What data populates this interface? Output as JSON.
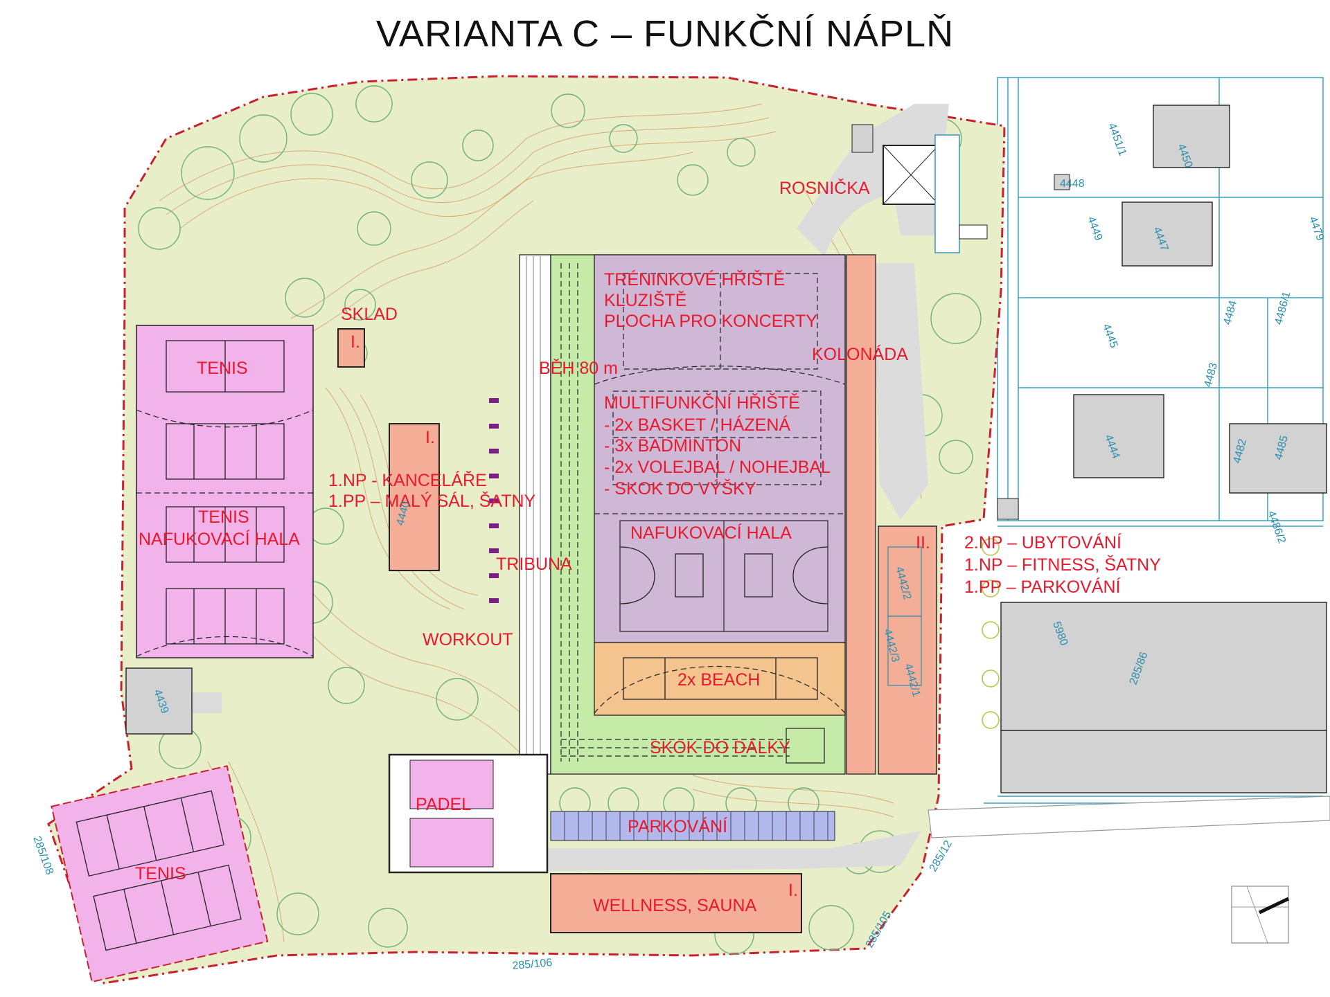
{
  "title": "VARIANTA  C – FUNKČNÍ NÁPLŇ",
  "colors": {
    "greenery": "#e8efc8",
    "tennis": "#f1b3ea",
    "building": "#f4ae98",
    "purple_zone": "#cfb8d6",
    "track": "#c6eaa8",
    "beach": "#f3c48e",
    "parking": "#b2b8ec",
    "road": "#dcdcdc",
    "label": "#e8192c",
    "parcel_line": "#3a9fc4"
  },
  "labels": {
    "rosnicka": "ROSNIČKA",
    "sklad": "SKLAD",
    "sklad_floor": "I.",
    "tenis_top": "TENIS",
    "tenis_hall_1": "TENIS",
    "tenis_hall_2": "NAFUKOVACÍ HALA",
    "tenis_bottom": "TENIS",
    "training_1": "TRÉNINKOVÉ HŘIŠTĚ",
    "training_2": "KLUZIŠTĚ",
    "training_3": "PLOCHA PRO KONCERTY",
    "kolonada": "KOLONÁDA",
    "beh": "BĚH 80 m",
    "multi_title": "MULTIFUNKČNÍ HŘIŠTĚ",
    "multi_items": [
      "-    2x BASKET / HÁZENÁ",
      "-    3x BADMINTON",
      "-    2x VOLEJBAL / NOHEJBAL",
      "-    SKOK DO VÝŠKY"
    ],
    "office_floor": "I.",
    "office_1": "1.NP - KANCELÁŘE",
    "office_2": "1.PP – MALÝ SÁL, ŠATNY",
    "nafuk_hala": "NAFUKOVACÍ HALA",
    "tribuna": "TRIBUNA",
    "workout": "WORKOUT",
    "beach": "2x BEACH",
    "skok": "SKOK DO DÁLKY",
    "padel": "PADEL",
    "parkovani": "PARKOVÁNÍ",
    "wellness": "WELLNESS, SAUNA",
    "wellness_floor": "I.",
    "right_floor": "II.",
    "right_1": "2.NP – UBYTOVÁNÍ",
    "right_2": "1.NP – FITNESS, ŠATNY",
    "right_3": "1.PP – PARKOVÁNÍ"
  },
  "parcels": {
    "p4451": "4451/1",
    "p4450": "4450",
    "p4448": "4448",
    "p4449": "4449",
    "p4447": "4447",
    "p4479": "4479",
    "p4445": "4445",
    "p4484": "4484",
    "p4486": "4486/1",
    "p4483": "4483",
    "p4444": "4444",
    "p4482": "4482",
    "p4485": "4485",
    "p44862": "4486/2",
    "p4440": "4440",
    "p4439": "4439",
    "p44422": "4442/2",
    "p44423": "4442/3",
    "p44421": "4442/1",
    "p5980": "5980",
    "p28586": "285/86",
    "p285105": "285/105",
    "p285106": "285/106",
    "p285108": "285/108",
    "p28512": "285/12"
  }
}
